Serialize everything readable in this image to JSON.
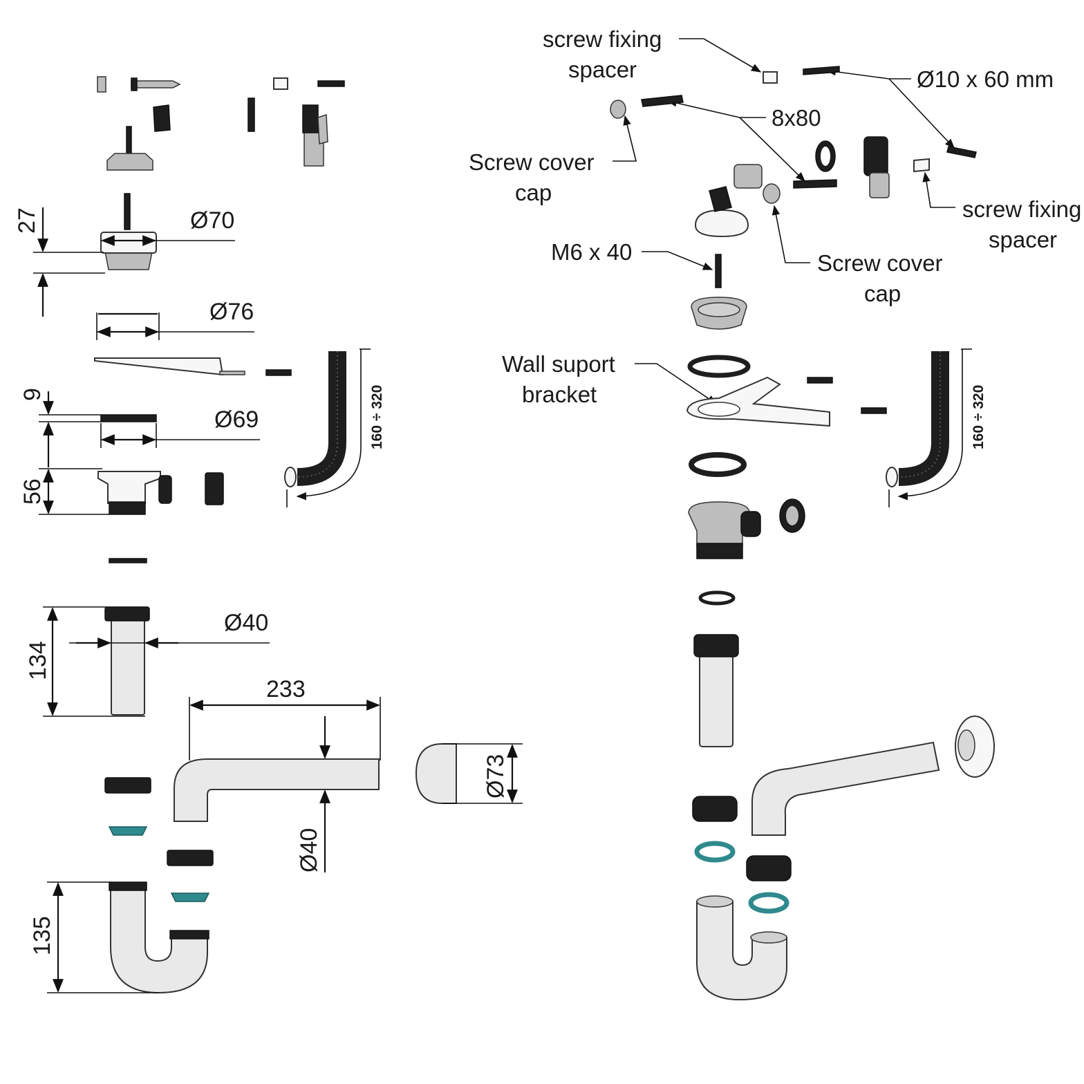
{
  "colors": {
    "line": "#111111",
    "part_fill": "#e9e9e9",
    "rubber": "#1e1e1e",
    "seal": "#2f8a8e"
  },
  "dimensions": {
    "d70": "Ø70",
    "h27": "27",
    "d76": "Ø76",
    "h9": "9",
    "d69": "Ø69",
    "h56": "56",
    "flex_range_left": "160 ÷ 320",
    "d40_tube": "Ø40",
    "h134": "134",
    "w233": "233",
    "d40_elbow": "Ø40",
    "d73": "Ø73",
    "h135": "135"
  },
  "labels": {
    "screw_fixing_spacer_top_1": "screw fixing",
    "screw_fixing_spacer_top_2": "spacer",
    "screw_10x60": "Ø10 x 60 mm",
    "screw_8x80": "8x80",
    "screw_cover_cap_left_1": "Screw cover",
    "screw_cover_cap_left_2": "cap",
    "screw_fixing_spacer_right_1": "screw fixing",
    "screw_fixing_spacer_right_2": "spacer",
    "m6x40": "M6 x 40",
    "screw_cover_cap_right_1": "Screw cover",
    "screw_cover_cap_right_2": "cap",
    "wall_support_1": "Wall suport",
    "wall_support_2": "bracket",
    "flex_range_right": "160 ÷ 320"
  }
}
